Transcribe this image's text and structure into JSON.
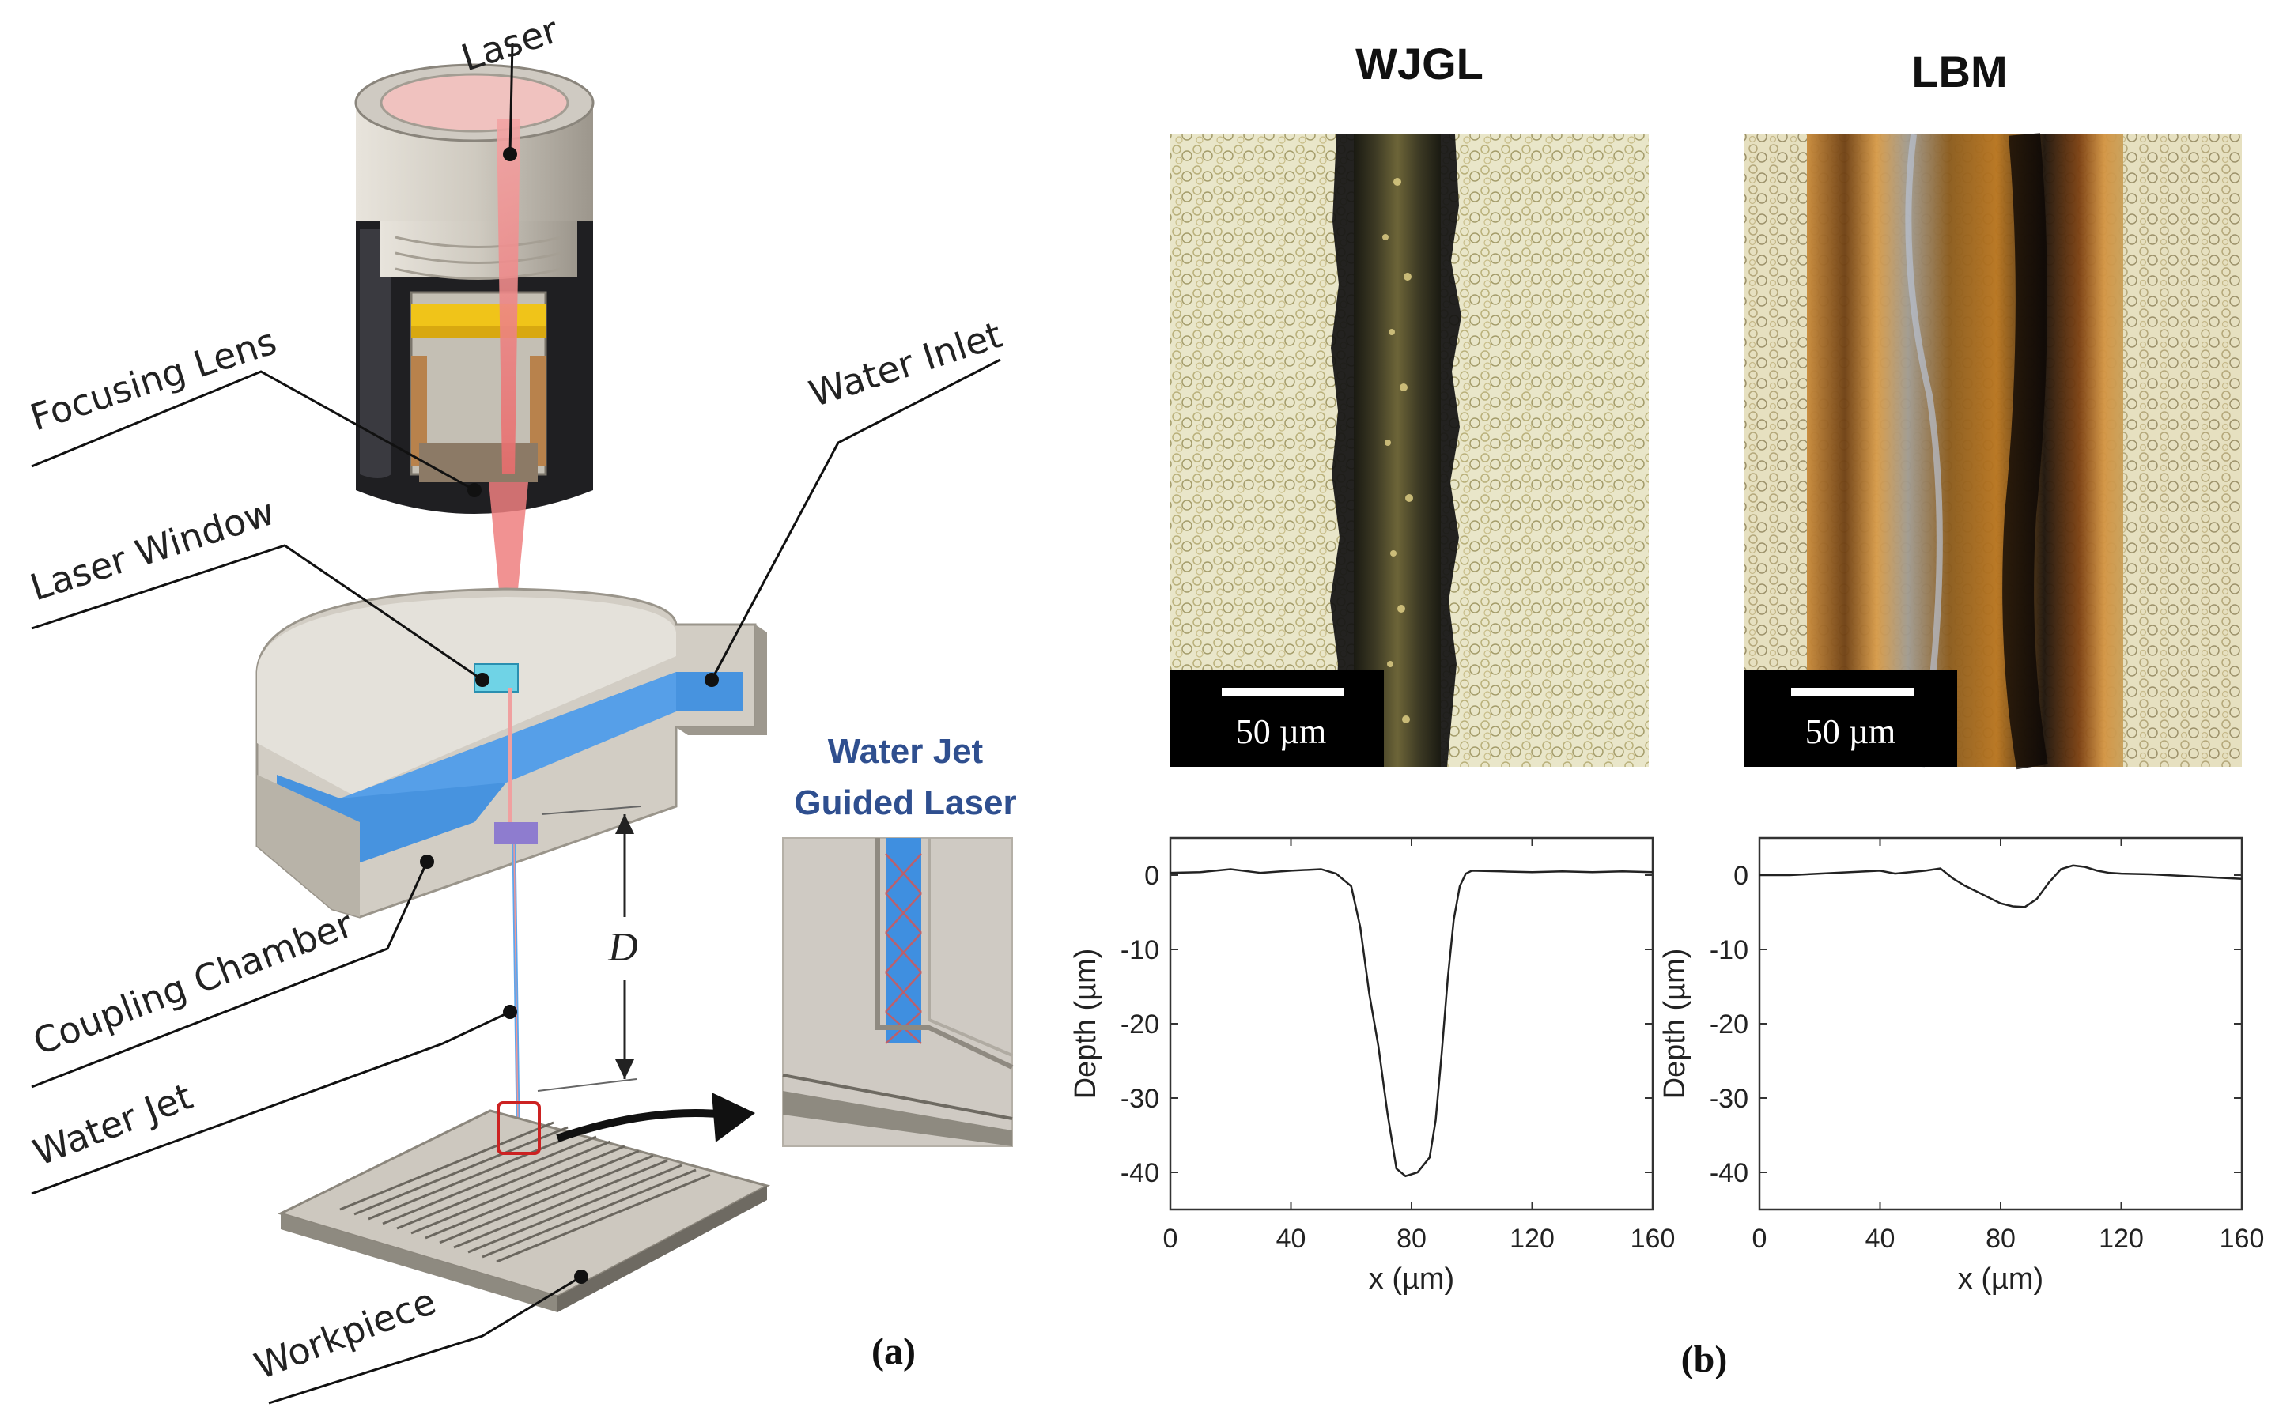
{
  "panel_a": {
    "label": "(a)",
    "callouts": {
      "laser": "Laser",
      "focusing_lens": "Focusing Lens",
      "water_inlet": "Water Inlet",
      "laser_window": "Laser Window",
      "coupling_chamber": "Coupling Chamber",
      "water_jet": "Water Jet",
      "workpiece": "Workpiece",
      "distance": "D"
    },
    "inset_title_line1": "Water Jet",
    "inset_title_line2": "Guided Laser",
    "colors": {
      "water": "#3f8fe0",
      "laser": "#f08080",
      "highlight": "#cc2222",
      "inset_title": "#2f4f8f"
    }
  },
  "panel_b": {
    "label": "(b)",
    "micrographs": [
      {
        "title": "WJGL",
        "scale_bar": "50 µm"
      },
      {
        "title": "LBM",
        "scale_bar": "50 µm"
      }
    ]
  },
  "chart_data": [
    {
      "type": "line",
      "xlabel": "x (µm)",
      "ylabel": "Depth (µm)",
      "xlim": [
        0,
        160
      ],
      "ylim": [
        -45,
        5
      ],
      "xticks": [
        0,
        40,
        80,
        120,
        160
      ],
      "yticks": [
        0,
        -10,
        -20,
        -30,
        -40
      ],
      "series": [
        {
          "x": [
            0,
            10,
            20,
            30,
            40,
            50,
            55,
            60,
            63,
            66,
            69,
            72,
            75,
            78,
            82,
            86,
            88,
            90,
            92,
            94,
            96,
            98,
            100,
            110,
            120,
            130,
            140,
            150,
            160
          ],
          "y": [
            0.3,
            0.4,
            0.8,
            0.3,
            0.6,
            0.8,
            0.2,
            -1.5,
            -7,
            -16,
            -23,
            -32,
            -39.5,
            -40.5,
            -40,
            -38,
            -33,
            -24,
            -14,
            -6,
            -1.5,
            0.2,
            0.6,
            0.5,
            0.4,
            0.5,
            0.4,
            0.5,
            0.4
          ]
        }
      ]
    },
    {
      "type": "line",
      "xlabel": "x (µm)",
      "ylabel": "Depth (µm)",
      "xlim": [
        0,
        160
      ],
      "ylim": [
        -45,
        5
      ],
      "xticks": [
        0,
        40,
        80,
        120,
        160
      ],
      "yticks": [
        0,
        -10,
        -20,
        -30,
        -40
      ],
      "series": [
        {
          "x": [
            0,
            10,
            20,
            30,
            40,
            45,
            50,
            55,
            60,
            64,
            68,
            72,
            76,
            80,
            84,
            88,
            92,
            96,
            100,
            104,
            108,
            112,
            116,
            120,
            130,
            140,
            150,
            160
          ],
          "y": [
            0,
            0,
            0.2,
            0.4,
            0.6,
            0.2,
            0.4,
            0.6,
            0.9,
            -0.4,
            -1.4,
            -2.2,
            -3,
            -3.8,
            -4.2,
            -4.3,
            -3.2,
            -1,
            0.8,
            1.3,
            1.1,
            0.6,
            0.3,
            0.2,
            0.1,
            -0.1,
            -0.3,
            -0.5
          ]
        }
      ]
    }
  ]
}
